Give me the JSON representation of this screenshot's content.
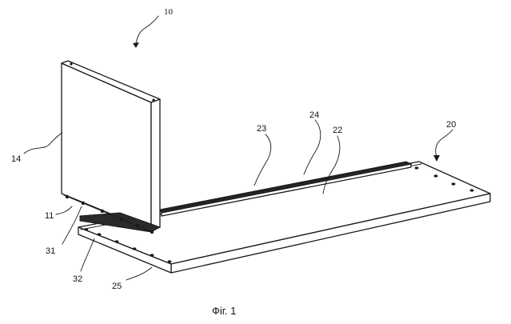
{
  "figure": {
    "caption": "Фіг. 1",
    "reference_numerals": {
      "assembly": "10",
      "panel": "14",
      "panel_edge": "11",
      "base_assembly": "20",
      "top_surface": "22",
      "rail_front": "23",
      "rail_back": "24",
      "base_edge": "25",
      "fastener_upper": "31",
      "fastener_lower": "32"
    }
  }
}
